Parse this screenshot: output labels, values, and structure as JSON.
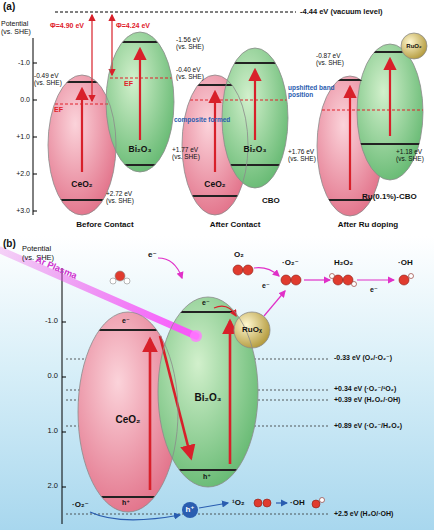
{
  "diagram": {
    "nodes": [
      {
        "text": [
          "CeO₂"
        ]
      },
      {
        "text": [
          "Bi₂O₃"
        ]
      },
      {
        "text": [
          "CeO₂"
        ]
      },
      {
        "text": [
          "Bi₂O₃"
        ]
      },
      {
        "text": [
          "RuO₂"
        ]
      },
      {
        "text": [
          "CeO₂"
        ]
      },
      {
        "text": [
          "Bi₂O₃"
        ]
      },
      {
        "text": [
          "RuOₓ"
        ]
      }
    ],
    "labels": [
      "(a)",
      "Potential",
      "(vs. SHE)",
      "-1.0",
      "0.0",
      "+1.0",
      "+2.0",
      "+3.0",
      "-4.44 eV (vacuum level)",
      "Φ=4.90 eV",
      "Φ=4.24 eV",
      "-0.49 eV (vs. SHE)",
      "-1.56 eV (vs. SHE)",
      "+1.77 eV (vs. SHE)",
      "+2.72 eV (vs. SHE)",
      "EF",
      "EF",
      "Before Contact",
      "-0.40 eV (vs. SHE)",
      "composite formed",
      "+1.76 eV (vs. SHE)",
      "CBO",
      "After Contact",
      "-0.87 eV (vs. SHE)",
      "upshifted band position",
      "+1.18 eV (vs. SHE)",
      "Ru(0.1%)-CBO",
      "After Ru doping",
      "(b)",
      "Potential",
      "(vs. SHE)",
      "-1.0",
      "0.0",
      "1.0",
      "2.0",
      "Ar Plasma",
      "e⁻",
      "O₂",
      "e⁻",
      "·O₂⁻",
      "H₂O₂",
      "e⁻",
      "·OH",
      "e⁻",
      "e⁻",
      "h⁺",
      "h⁺",
      "-0.33 eV (O₂/·O₂⁻)",
      "+0.34 eV (·O₂⁻/¹O₂)",
      "+0.39 eV (H₂O₂/·OH)",
      "+0.89 eV (·O₂⁻/H₂O₂)",
      "+2.5 eV (H₂O/·OH)",
      "·O₂⁻",
      "h⁺",
      "¹O₂",
      "·OH"
    ]
  }
}
